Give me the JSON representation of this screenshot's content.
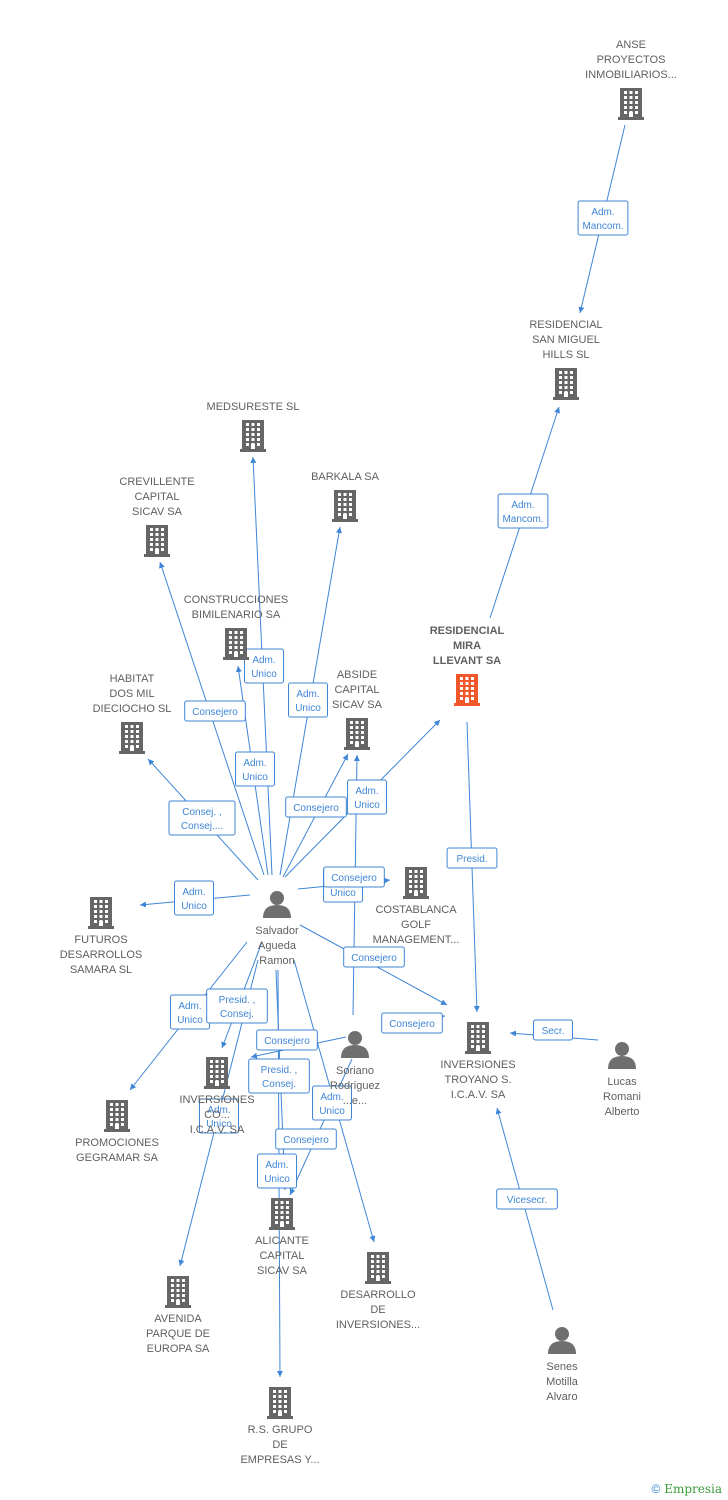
{
  "colors": {
    "edge": "#3f86d6",
    "building": "#666666",
    "main": "#f0572b",
    "person": "#6f6f6f"
  },
  "nodes": [
    {
      "id": "anse",
      "type": "company",
      "lines": [
        "ANSE",
        "PROYECTOS",
        "INMOBILIARIOS..."
      ]
    },
    {
      "id": "rsmh",
      "type": "company",
      "lines": [
        "RESIDENCIAL",
        "SAN MIGUEL",
        "HILLS SL"
      ]
    },
    {
      "id": "medsureste",
      "type": "company",
      "lines": [
        "MEDSURESTE SL"
      ]
    },
    {
      "id": "barkala",
      "type": "company",
      "lines": [
        "BARKALA SA"
      ]
    },
    {
      "id": "crevillente",
      "type": "company",
      "lines": [
        "CREVILLENTE",
        "CAPITAL",
        "SICAV SA"
      ]
    },
    {
      "id": "bimilenario",
      "type": "company",
      "lines": [
        "CONSTRUCCIONES",
        "BIMILENARIO SA"
      ]
    },
    {
      "id": "rml",
      "type": "main",
      "lines": [
        "RESIDENCIAL",
        "MIRA",
        "LLEVANT SA"
      ]
    },
    {
      "id": "abside",
      "type": "company",
      "lines": [
        "ABSIDE",
        "CAPITAL",
        "SICAV SA"
      ]
    },
    {
      "id": "habitat",
      "type": "company",
      "lines": [
        "HABITAT",
        "DOS MIL",
        "DIECIOCHO SL"
      ]
    },
    {
      "id": "costablanca",
      "type": "company",
      "lines": [
        "COSTABLANCA",
        "GOLF",
        "MANAGEMENT..."
      ]
    },
    {
      "id": "salvador",
      "type": "person",
      "lines": [
        "Salvador",
        "Agueda",
        "Ramon"
      ]
    },
    {
      "id": "futuros",
      "type": "company",
      "lines": [
        "FUTUROS",
        "DESARROLLOS",
        "SAMARA SL"
      ]
    },
    {
      "id": "troyano",
      "type": "company",
      "lines": [
        "INVERSIONES",
        "TROYANO S.",
        "I.C.A.V. SA"
      ]
    },
    {
      "id": "lucas",
      "type": "person",
      "lines": [
        "Lucas",
        "Romani",
        "Alberto"
      ]
    },
    {
      "id": "soriano",
      "type": "person",
      "lines": [
        "Soriano",
        "Rodriguez",
        "...e..."
      ]
    },
    {
      "id": "invcon",
      "type": "company",
      "lines": [
        "INVERSIONES",
        "CO...",
        "I.C.A.V. SA"
      ]
    },
    {
      "id": "gegramar",
      "type": "company",
      "lines": [
        "PROMOCIONES",
        "GEGRAMAR SA"
      ]
    },
    {
      "id": "alicante",
      "type": "company",
      "lines": [
        "ALICANTE",
        "CAPITAL",
        "SICAV SA"
      ]
    },
    {
      "id": "desarrollo",
      "type": "company",
      "lines": [
        "DESARROLLO",
        "DE",
        "INVERSIONES..."
      ]
    },
    {
      "id": "avenida",
      "type": "company",
      "lines": [
        "AVENIDA",
        "PARQUE DE",
        "EUROPA SA"
      ]
    },
    {
      "id": "senes",
      "type": "person",
      "lines": [
        "Senes",
        "Motilla",
        "Alvaro"
      ]
    },
    {
      "id": "rsgrupo",
      "type": "company",
      "lines": [
        "R.S. GRUPO",
        "DE",
        "EMPRESAS Y..."
      ]
    }
  ],
  "edges": [
    {
      "from": "anse",
      "to": "rsmh",
      "label": [
        "Adm.",
        "Mancom."
      ]
    },
    {
      "from": "rml",
      "to": "rsmh",
      "label": [
        "Adm.",
        "Mancom."
      ]
    },
    {
      "from": "salvador",
      "to": "medsureste",
      "label": [
        "Adm.",
        "Unico"
      ]
    },
    {
      "from": "salvador",
      "to": "barkala",
      "label": [
        "Adm.",
        "Unico"
      ]
    },
    {
      "from": "salvador",
      "to": "crevillente",
      "label": [
        "Consejero"
      ]
    },
    {
      "from": "salvador",
      "to": "bimilenario",
      "label": [
        "Adm.",
        "Unico"
      ]
    },
    {
      "from": "salvador",
      "to": "rml",
      "label": [
        "Adm.",
        "Unico"
      ]
    },
    {
      "from": "salvador",
      "to": "abside",
      "label": [
        "Consejero"
      ]
    },
    {
      "from": "salvador",
      "to": "habitat",
      "label": [
        "Consej. ,",
        "Consej...."
      ]
    },
    {
      "from": "salvador",
      "to": "futuros",
      "label": [
        "Adm.",
        "Unico"
      ]
    },
    {
      "from": "salvador",
      "to": "costablanca",
      "label": [
        "Adm.",
        "Unico"
      ]
    },
    {
      "from": "salvador",
      "to": "troyano",
      "label": [
        "Consejero"
      ]
    },
    {
      "from": "soriano",
      "to": "abside",
      "label": [
        "Consejero"
      ]
    },
    {
      "from": "soriano",
      "to": "troyano",
      "label": [
        "Consejero"
      ]
    },
    {
      "from": "rml",
      "to": "troyano",
      "label": [
        "Presid."
      ]
    },
    {
      "from": "lucas",
      "to": "troyano",
      "label": [
        "Secr."
      ]
    },
    {
      "from": "senes",
      "to": "troyano",
      "label": [
        "Vicesecr."
      ]
    },
    {
      "from": "salvador",
      "to": "gegramar",
      "label": [
        "Adm.",
        "Unico"
      ]
    },
    {
      "from": "salvador",
      "to": "invcon",
      "label": [
        "Presid. ,",
        "Consej."
      ]
    },
    {
      "from": "salvador",
      "to": "alicante",
      "label": [
        "Presid. ,",
        "Consej."
      ]
    },
    {
      "from": "salvador",
      "to": "desarrollo",
      "label": [
        "Adm.",
        "Unico"
      ]
    },
    {
      "from": "salvador",
      "to": "avenida",
      "label": [
        "Adm.",
        "Unico"
      ]
    },
    {
      "from": "salvador",
      "to": "rsgrupo",
      "label": [
        "Adm.",
        "Unico"
      ]
    },
    {
      "from": "soriano",
      "to": "invcon",
      "label": [
        "Consejero"
      ]
    },
    {
      "from": "soriano",
      "to": "alicante",
      "label": [
        "Consejero"
      ]
    }
  ],
  "footer": {
    "copyright": "©",
    "brand": "Empresia"
  }
}
